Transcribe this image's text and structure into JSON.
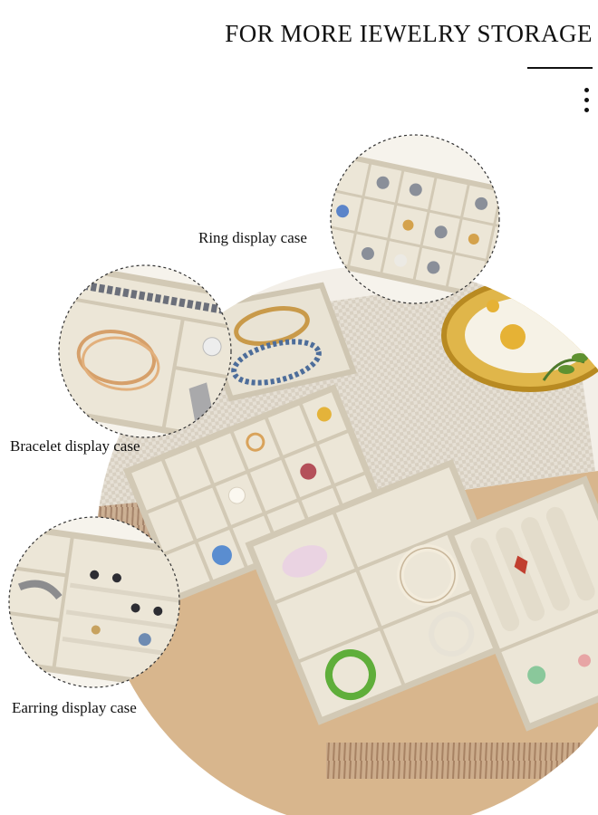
{
  "header": {
    "title": "FOR MORE IEWELRY STORAGE"
  },
  "labels": {
    "ring": "Ring display case",
    "bracelet": "Bracelet display case",
    "earring": "Earring display case"
  },
  "icons": {
    "menu": "more-vertical-dots"
  },
  "colors": {
    "tray": "#ece6d7",
    "tray_shadow": "#cfc6b2",
    "wood": "#d9b98f",
    "fabric": "#e3ddd2",
    "fringe": "#a88468",
    "gold": "#d8a63a"
  }
}
